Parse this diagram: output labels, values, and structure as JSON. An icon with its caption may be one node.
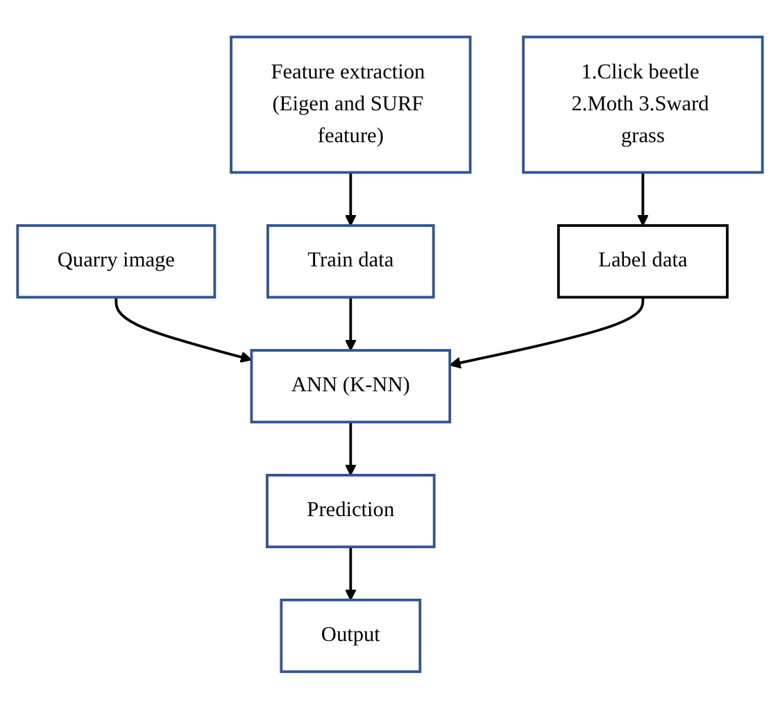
{
  "diagram": {
    "nodes": [
      {
        "text": [
          "Quarry image"
        ]
      },
      {
        "text": [
          "Train data"
        ]
      },
      {
        "text": [
          "ANN (K-NN)"
        ]
      },
      {
        "text": [
          "Label data"
        ]
      },
      {
        "text": [
          "Feature extraction (Eigen and SURF feature)"
        ]
      },
      {
        "text": [
          "Prediction"
        ]
      },
      {
        "text": [
          "1.Click beetle 2.Moth 3.Sward grass"
        ]
      },
      {
        "text": [
          "Output"
        ]
      }
    ],
    "edges": [
      {
        "from": 0,
        "to": 2,
        "arrow": "to"
      },
      {
        "from": 1,
        "to": 2,
        "arrow": "to"
      },
      {
        "from": 3,
        "to": 2,
        "arrow": "to"
      },
      {
        "from": 4,
        "to": 1,
        "arrow": "to"
      },
      {
        "from": 6,
        "to": 3,
        "arrow": "to"
      },
      {
        "from": 2,
        "to": 5,
        "arrow": "to"
      },
      {
        "from": 5,
        "to": 7,
        "arrow": "to"
      }
    ]
  }
}
